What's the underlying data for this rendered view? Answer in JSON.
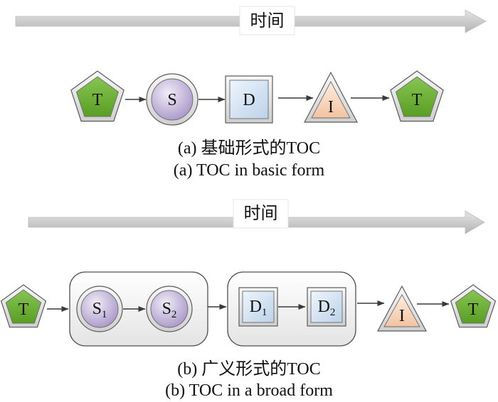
{
  "timeline_a": {
    "label": "时间"
  },
  "row_a": {
    "nodes": [
      {
        "label": "T"
      },
      {
        "label": "S"
      },
      {
        "label": "D"
      },
      {
        "label": "I"
      },
      {
        "label": "T"
      }
    ],
    "caption_zh": "(a) 基础形式的TOC",
    "caption_en": "(a) TOC in basic form"
  },
  "timeline_b": {
    "label": "时间"
  },
  "row_b": {
    "start": {
      "label": "T"
    },
    "group_s": [
      {
        "label": "S",
        "sub": "1"
      },
      {
        "label": "S",
        "sub": "2"
      }
    ],
    "group_d": [
      {
        "label": "D",
        "sub": "1"
      },
      {
        "label": "D",
        "sub": "2"
      }
    ],
    "triangle": {
      "label": "I"
    },
    "end": {
      "label": "T"
    },
    "caption_zh": "(b) 广义形式的TOC",
    "caption_en": "(b) TOC in a broad form"
  },
  "colors": {
    "pentagon_fill": "#5a9e24",
    "circle_fill": "#a897c8",
    "square_fill": "#bcd2ea",
    "triangle_fill": "#f2c3a0",
    "band_fill": "#cfcfcf",
    "timeline_fill": "#b3b3b3"
  }
}
